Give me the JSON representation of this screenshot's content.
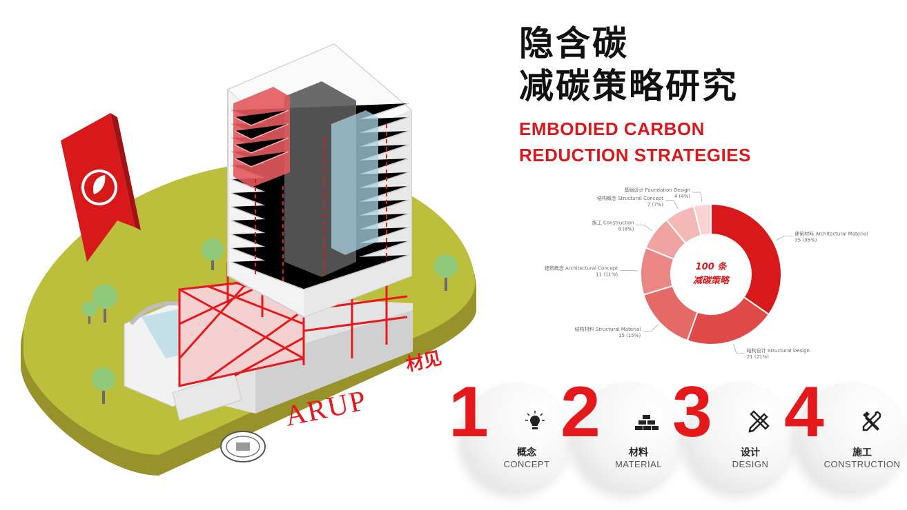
{
  "title": {
    "zh_line1": "隐含碳",
    "zh_line2": "减碳策略研究",
    "en_line1": "EMBODIED CARBON",
    "en_line2": "REDUCTION STRATEGIES"
  },
  "brand": {
    "arup": "ARUP",
    "zh": "材见"
  },
  "donut": {
    "center_line1": "100 条",
    "center_line2": "减碳策略",
    "segments": [
      {
        "label": "建筑材料 Architectural Material",
        "value_text": "35 (35%)",
        "value": 35,
        "color": "#d7191c"
      },
      {
        "label": "结构设计 Structural Design",
        "value_text": "21 (21%)",
        "value": 21,
        "color": "#df4a48"
      },
      {
        "label": "结构材料 Structural Material",
        "value_text": "15 (15%)",
        "value": 15,
        "color": "#e56966"
      },
      {
        "label": "建筑概念 Architectural Concept",
        "value_text": "11 (11%)",
        "value": 11,
        "color": "#ea8683"
      },
      {
        "label": "施工 Construction",
        "value_text": "8 (8%)",
        "value": 8,
        "color": "#f0a2a0"
      },
      {
        "label": "结构概念 Structural Concept",
        "value_text": "7 (7%)",
        "value": 7,
        "color": "#f4b9b7"
      },
      {
        "label": "基础设计 Foundation Design",
        "value_text": "4 (4%)",
        "value": 4,
        "color": "#f8d3d2"
      }
    ]
  },
  "steps": [
    {
      "number": "1",
      "zh": "概念",
      "en": "CONCEPT",
      "icon": "lightbulb-icon"
    },
    {
      "number": "2",
      "zh": "材料",
      "en": "MATERIAL",
      "icon": "bricks-icon"
    },
    {
      "number": "3",
      "zh": "设计",
      "en": "DESIGN",
      "icon": "pencil-ruler-icon"
    },
    {
      "number": "4",
      "zh": "施工",
      "en": "CONSTRUCTION",
      "icon": "hammer-wrench-icon"
    }
  ],
  "colors": {
    "accent": "#e5191c",
    "grass": "#b8bb3a",
    "ground": "#97912a"
  }
}
